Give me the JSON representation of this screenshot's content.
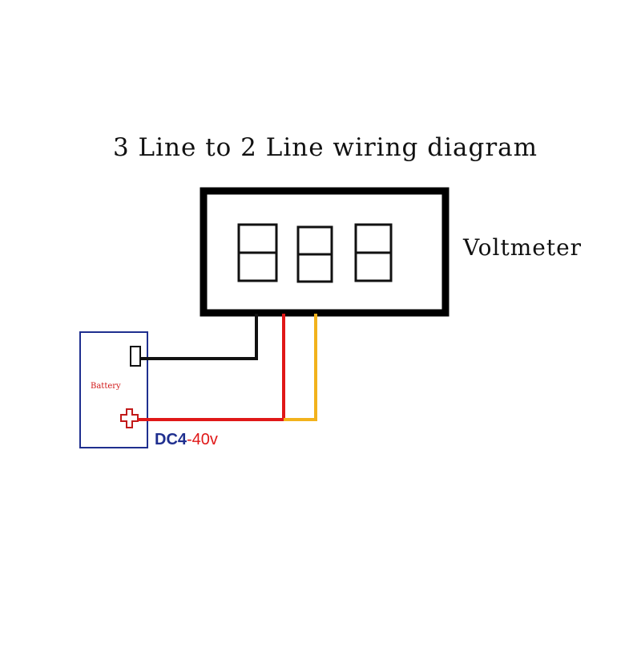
{
  "diagram": {
    "title": "3 Line to 2 Line wiring diagram",
    "meter_label": "Voltmeter",
    "display_digits": [
      "8",
      "8",
      "8"
    ],
    "battery_label": "Battery",
    "voltage_prefix": "DC4",
    "voltage_range": "-40v",
    "wire_colors": {
      "negative": "#111111",
      "positive": "#e01818",
      "signal": "#f2b21c"
    },
    "colors": {
      "battery_border": "#1f2f8f",
      "plus_symbol": "#c21a1a",
      "meter_border": "#000000"
    }
  }
}
